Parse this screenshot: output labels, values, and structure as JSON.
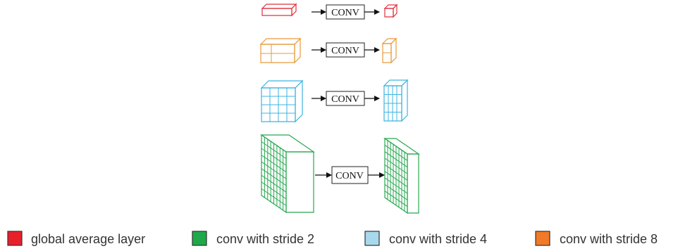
{
  "diagram": {
    "rows": [
      {
        "conv_label": "CONV",
        "color": "#e0303c"
      },
      {
        "conv_label": "CONV",
        "color": "#e89a3c"
      },
      {
        "conv_label": "CONV",
        "color": "#3cb4e0"
      },
      {
        "conv_label": "CONV",
        "color": "#28a850"
      }
    ]
  },
  "legend": {
    "items": [
      {
        "label": "global average layer",
        "color": "#e8202a"
      },
      {
        "label": "conv with stride 2",
        "color": "#1eaa4a"
      },
      {
        "label": "conv with stride 4",
        "color": "#a8d8ec"
      },
      {
        "label": "conv with stride 8",
        "color": "#f07a28"
      }
    ]
  }
}
